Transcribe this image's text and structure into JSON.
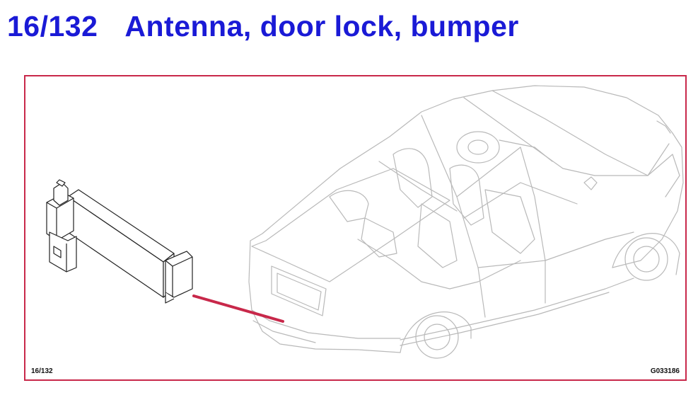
{
  "header": {
    "code": "16/132",
    "title": "Antenna, door lock, bumper"
  },
  "figure": {
    "page_ref": "16/132",
    "image_id": "G033186",
    "colors": {
      "title": "#1a1ad6",
      "frame": "#c8284a",
      "leader": "#c8284a",
      "linework": "#b8b8b8",
      "component": "#222222"
    },
    "icons": [
      "car-outline-illustration",
      "bumper-antenna-component"
    ]
  }
}
